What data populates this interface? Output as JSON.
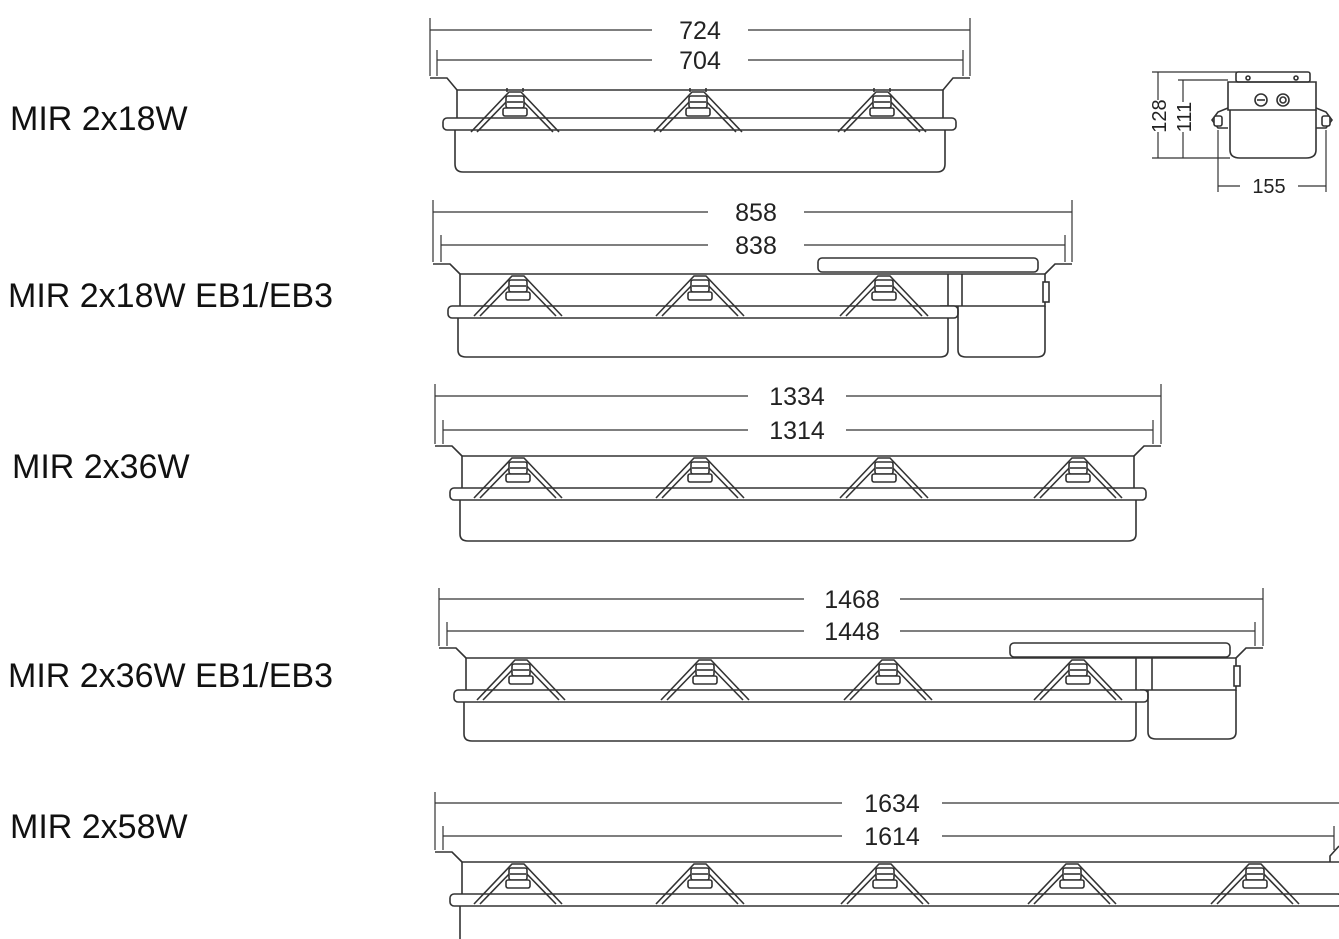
{
  "fixtures": [
    {
      "model": "MIR 2x18W",
      "overall": "724",
      "inner": "704",
      "clamps": 3,
      "ballast": false
    },
    {
      "model": "MIR 2x18W EB1/EB3",
      "overall": "858",
      "inner": "838",
      "clamps": 3,
      "ballast": true
    },
    {
      "model": "MIR 2x36W",
      "overall": "1334",
      "inner": "1314",
      "clamps": 4,
      "ballast": false
    },
    {
      "model": "MIR 2x36W EB1/EB3",
      "overall": "1468",
      "inner": "1448",
      "clamps": 4,
      "ballast": true
    },
    {
      "model": "MIR 2x58W",
      "overall": "1634",
      "inner": "1614",
      "clamps": 5,
      "ballast": false
    }
  ],
  "end_view": {
    "height_overall": "128",
    "height_body": "111",
    "width": "155"
  }
}
